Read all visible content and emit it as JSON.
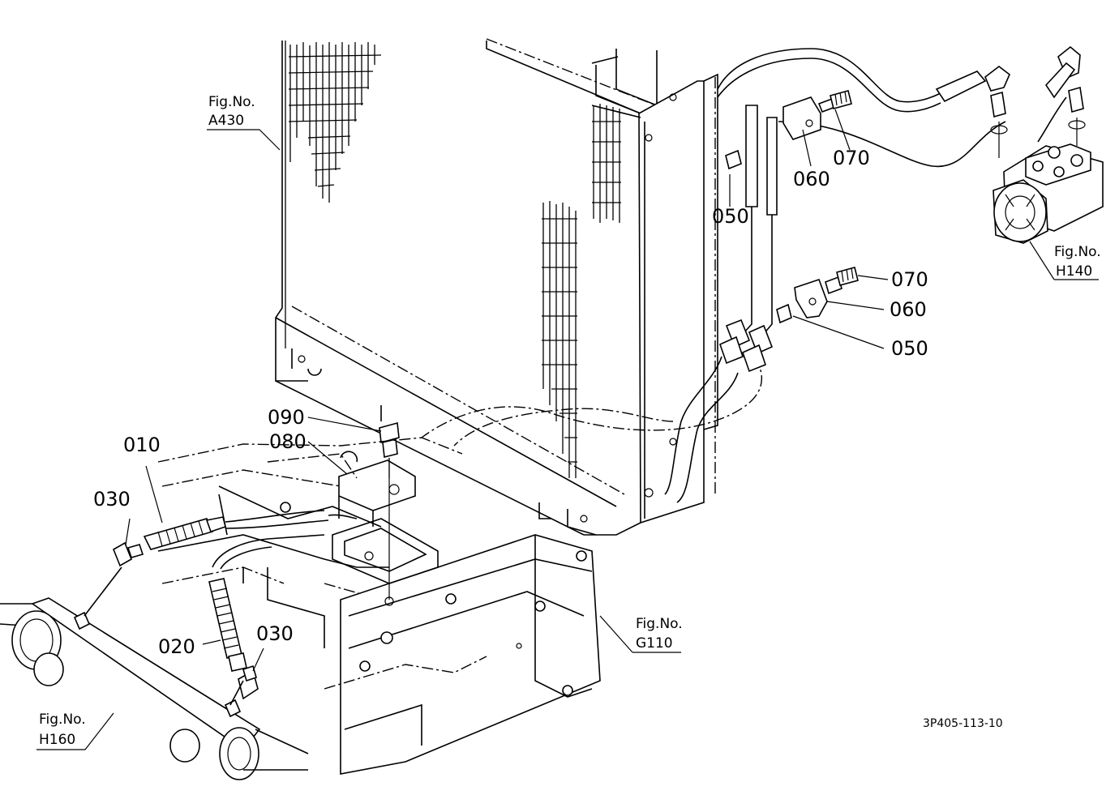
{
  "drawing_code": "3P405-113-10",
  "fig_refs": [
    {
      "prefix": "Fig.No.",
      "ref": "A430"
    },
    {
      "prefix": "Fig.No.",
      "ref": "H140"
    },
    {
      "prefix": "Fig.No.",
      "ref": "G110"
    },
    {
      "prefix": "Fig.No.",
      "ref": "H160"
    }
  ],
  "callouts": [
    {
      "id": "010",
      "text": "010"
    },
    {
      "id": "020",
      "text": "020"
    },
    {
      "id": "030a",
      "text": "030"
    },
    {
      "id": "030b",
      "text": "030"
    },
    {
      "id": "050a",
      "text": "050"
    },
    {
      "id": "060a",
      "text": "060"
    },
    {
      "id": "070a",
      "text": "070"
    },
    {
      "id": "070b",
      "text": "070"
    },
    {
      "id": "060b",
      "text": "060"
    },
    {
      "id": "050b",
      "text": "050"
    },
    {
      "id": "080",
      "text": "080"
    },
    {
      "id": "090",
      "text": "090"
    }
  ]
}
